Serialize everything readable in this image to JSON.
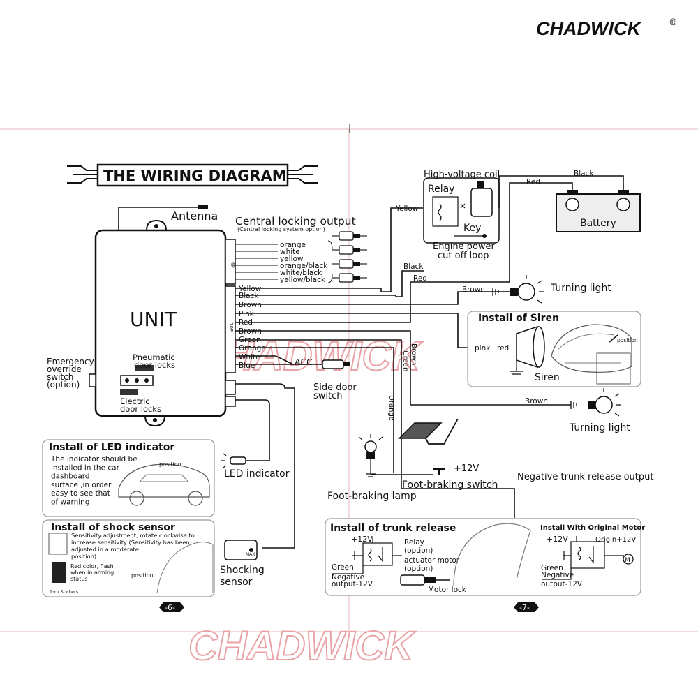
{
  "brand": "CHADWICK",
  "brand_mark": "®",
  "title": "THE WIRING DIAGRAM",
  "unit": "UNIT",
  "antenna": "Antenna",
  "central_locking": {
    "title": "Central locking output",
    "subtitle": "(Central locking system option)",
    "wires": [
      "orange",
      "white",
      "yellow",
      "orange/black",
      "white/black",
      "yellow/black"
    ],
    "connector": "4P"
  },
  "main_wires": [
    "Yellow",
    "Black",
    "Brown",
    "Pink",
    "Red",
    "Brown",
    "Green",
    "Orange",
    "White",
    "Blue"
  ],
  "main_connector": "10P",
  "relay_box": {
    "title": "High-voltage coil",
    "relay": "Relay",
    "key": "Key",
    "caption1": "Engine power",
    "caption2": "cut off loop"
  },
  "battery": {
    "label": "Battery",
    "red": "Red",
    "black": "Black"
  },
  "labels": {
    "yellow": "Yellow",
    "black": "Black",
    "red": "Red",
    "brown": "Brown",
    "brown2": "Brown",
    "brown_v": "Brown",
    "green_v": "Green",
    "orange_v": "Orange",
    "acc": "ACC",
    "side_door1": "Side door",
    "side_door2": "switch",
    "turning_light": "Turning light",
    "turning_light2": "Turning light",
    "pink": "pink",
    "red_small": "red",
    "plus12": "+12V",
    "foot_switch": "Foot-braking switch",
    "foot_lamp": "Foot-braking lamp",
    "neg_trunk": "Negative trunk release output",
    "led_indicator": "LED indicator",
    "shocking1": "Shocking",
    "shocking2": "sensor",
    "pneumatic1": "Pneumatic",
    "pneumatic2": "door locks",
    "electric1": "Electric",
    "electric2": "door locks",
    "emergency1": "Emergency",
    "emergency2": "override",
    "emergency3": "switch",
    "emergency4": "(option)"
  },
  "siren_box": {
    "title": "Install of Siren",
    "siren": "Siren",
    "position": "position"
  },
  "led_box": {
    "title": "Install of LED indicator",
    "lines": [
      "The indicator should be",
      "installed in the car",
      "dashboard",
      "surface ,in order",
      "easy to see that",
      "of warning"
    ],
    "position": "position"
  },
  "shock_box": {
    "title": "Install of shock sensor",
    "lines": [
      "Sensitivity adjustment, rotate clockwise to",
      "increase sensitivity (Sensitivity has been",
      "adjusted in a moderate",
      "position)"
    ],
    "red_lines": [
      "Red color, flash",
      "when in arming",
      "status"
    ],
    "torn": "Torn Stickers",
    "position": "position",
    "max": "MAX"
  },
  "trunk_box": {
    "title": "Install of trunk release",
    "plus12": "+12V",
    "relay1": "Relay",
    "relay2": "(option)",
    "actuator1": "actuator motor",
    "actuator2": "(option)",
    "green": "Green",
    "negative": "Negative",
    "output": "output-12V",
    "motor_lock": "Motor lock",
    "orig_title": "Install With Original Motor",
    "orig_plus12": "+12V",
    "origin": "Origin+12V",
    "orig_green": "Green",
    "orig_negative": "Negative",
    "orig_output": "output-12V",
    "m": "M"
  },
  "pages": {
    "left": "-6-",
    "right": "-7-"
  },
  "watermark": "CHADWICK"
}
